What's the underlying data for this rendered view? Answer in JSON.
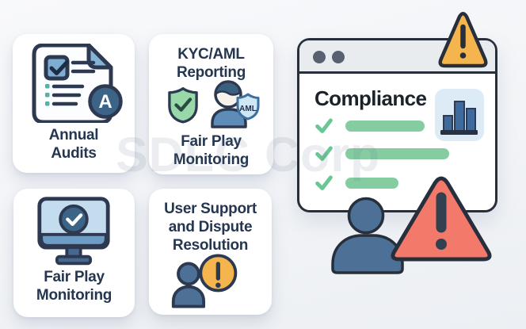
{
  "watermark": "SDLC Corp",
  "cards": {
    "annual_audits": {
      "label": "Annual\nAudits",
      "badge_letter": "A"
    },
    "kyc_aml": {
      "title": "KYC/AML\nReporting",
      "subtitle": "Fair Play\nMonitoring",
      "aml_badge": "AML"
    },
    "fair_play_monitoring": {
      "label": "Fair Play\nMonitoring"
    },
    "user_support": {
      "title": "User Support\nand Dispute\nResolution"
    }
  },
  "window": {
    "title": "Compliance",
    "checklist": [
      {
        "width": 100
      },
      {
        "width": 131
      },
      {
        "width": 67
      }
    ]
  },
  "colors": {
    "warning_orange": "#f5b54e",
    "alert_red": "#f3796b",
    "success_green": "#85cda1",
    "check_green": "#69c795",
    "shield_green": "#99d8a9",
    "steel_blue": "#4c7096",
    "dark_outline": "#272f3c",
    "navy_text": "#243650",
    "chart_bar_blue": "#3e6a9d",
    "chart_tile_blue": "#dcebf6"
  }
}
